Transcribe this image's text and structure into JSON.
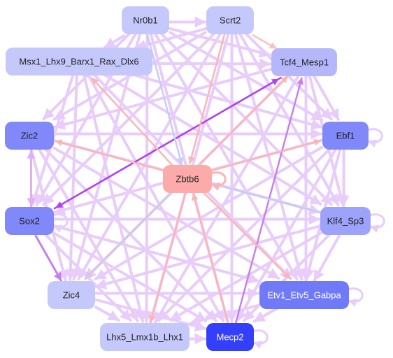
{
  "nodes": [
    {
      "id": "nr0b1",
      "label": "Nr0b1",
      "fill": "#c5c8fb",
      "text": "#222222"
    },
    {
      "id": "scrt2",
      "label": "Scrt2",
      "fill": "#c5c8fb",
      "text": "#222222"
    },
    {
      "id": "msx1",
      "label": "Msx1_Lhx9_Barx1_Rax_Dlx6",
      "fill": "#c5c8fb",
      "text": "#222222"
    },
    {
      "id": "tcf4",
      "label": "Tcf4_Mesp1",
      "fill": "#b4b8fb",
      "text": "#222222"
    },
    {
      "id": "zic2",
      "label": "Zic2",
      "fill": "#8088fa",
      "text": "#222222"
    },
    {
      "id": "ebf1",
      "label": "Ebf1",
      "fill": "#8088fa",
      "text": "#222222"
    },
    {
      "id": "zbtb6",
      "label": "Zbtb6",
      "fill": "#fdaaaa",
      "text": "#222222"
    },
    {
      "id": "sox2",
      "label": "Sox2",
      "fill": "#8088fa",
      "text": "#222222"
    },
    {
      "id": "klf4",
      "label": "Klf4_Sp3",
      "fill": "#9da3fb",
      "text": "#222222"
    },
    {
      "id": "zic4",
      "label": "Zic4",
      "fill": "#c5c8fb",
      "text": "#222222"
    },
    {
      "id": "etv1",
      "label": "Etv1_Etv5_Gabpa",
      "fill": "#7079f7",
      "text": "#ffffff"
    },
    {
      "id": "lhx5",
      "label": "Lhx5_Lmx1b_Lhx1",
      "fill": "#c5c8fb",
      "text": "#222222"
    },
    {
      "id": "mecp2",
      "label": "Mecp2",
      "fill": "#333ffa",
      "text": "#ffffff"
    }
  ],
  "edges": [
    {
      "from": "tcf4",
      "to": "sox2",
      "color": "#b044f2",
      "width": 2.5
    },
    {
      "from": "sox2",
      "to": "tcf4",
      "color": "#b044f2",
      "width": 2.5
    },
    {
      "from": "mecp2",
      "to": "tcf4",
      "color": "#c77ff2",
      "width": 2.5
    },
    {
      "from": "zbtb6",
      "to": "tcf4",
      "color": "#fdb4b4",
      "width": 2.5
    },
    {
      "from": "zbtb6",
      "to": "msx1",
      "color": "#fdb4b4",
      "width": 2.5
    },
    {
      "from": "zbtb6",
      "to": "zic2",
      "color": "#fdb4b4",
      "width": 2.5
    },
    {
      "from": "zbtb6",
      "to": "ebf1",
      "color": "#fdb4b4",
      "width": 2.5
    },
    {
      "from": "zbtb6",
      "to": "etv1",
      "color": "#fdb4b4",
      "width": 2.5
    },
    {
      "from": "zbtb6",
      "to": "lhx5",
      "color": "#fdb4b4",
      "width": 2.5
    },
    {
      "from": "zbtb6",
      "to": "zic4",
      "color": "#fdb4b4",
      "width": 2.5
    },
    {
      "from": "scrt2",
      "to": "zbtb6",
      "color": "#fdb4b4",
      "width": 2.5
    },
    {
      "from": "mecp2",
      "to": "zbtb6",
      "color": "#fdb4b4",
      "width": 2.5
    },
    {
      "from": "nr0b1",
      "to": "zbtb6",
      "color": "#c5cdf6",
      "width": 2.5
    },
    {
      "from": "klf4",
      "to": "zbtb6",
      "color": "#c5cdf6",
      "width": 2.5
    },
    {
      "from": "zbtb6",
      "to": "zic4",
      "color": "#c5cdf6",
      "width": 2
    },
    {
      "from": "scrt2",
      "to": "tcf4",
      "color": "#fdc0c0",
      "width": 2.5
    },
    {
      "from": "sox2",
      "to": "zic4",
      "color": "#c77ff2",
      "width": 3
    },
    {
      "from": "zic2",
      "to": "sox2",
      "color": "#e0b0f7",
      "width": 3
    },
    {
      "from": "sox2",
      "to": "zic2",
      "color": "#e0b0f7",
      "width": 3
    },
    {
      "from": "nr0b1",
      "to": "msx1",
      "color": "#e8ccf9",
      "width": 4
    },
    {
      "from": "nr0b1",
      "to": "scrt2",
      "color": "#e8ccf9",
      "width": 4
    },
    {
      "from": "nr0b1",
      "to": "tcf4",
      "color": "#e8ccf9",
      "width": 4
    },
    {
      "from": "nr0b1",
      "to": "zic2",
      "color": "#e8ccf9",
      "width": 4
    },
    {
      "from": "nr0b1",
      "to": "ebf1",
      "color": "#e8ccf9",
      "width": 4
    },
    {
      "from": "nr0b1",
      "to": "sox2",
      "color": "#e8ccf9",
      "width": 4
    },
    {
      "from": "nr0b1",
      "to": "klf4",
      "color": "#e8ccf9",
      "width": 4
    },
    {
      "from": "nr0b1",
      "to": "zic4",
      "color": "#e8ccf9",
      "width": 4
    },
    {
      "from": "nr0b1",
      "to": "etv1",
      "color": "#e8ccf9",
      "width": 4
    },
    {
      "from": "nr0b1",
      "to": "lhx5",
      "color": "#e8ccf9",
      "width": 4
    },
    {
      "from": "nr0b1",
      "to": "mecp2",
      "color": "#e8ccf9",
      "width": 4
    },
    {
      "from": "scrt2",
      "to": "msx1",
      "color": "#e8ccf9",
      "width": 4
    },
    {
      "from": "scrt2",
      "to": "zic2",
      "color": "#e8ccf9",
      "width": 4
    },
    {
      "from": "scrt2",
      "to": "ebf1",
      "color": "#e8ccf9",
      "width": 4
    },
    {
      "from": "scrt2",
      "to": "sox2",
      "color": "#e8ccf9",
      "width": 4
    },
    {
      "from": "scrt2",
      "to": "klf4",
      "color": "#e8ccf9",
      "width": 4
    },
    {
      "from": "scrt2",
      "to": "zic4",
      "color": "#e8ccf9",
      "width": 4
    },
    {
      "from": "scrt2",
      "to": "etv1",
      "color": "#e8ccf9",
      "width": 4
    },
    {
      "from": "scrt2",
      "to": "lhx5",
      "color": "#e8ccf9",
      "width": 4
    },
    {
      "from": "scrt2",
      "to": "mecp2",
      "color": "#e8ccf9",
      "width": 4
    },
    {
      "from": "msx1",
      "to": "tcf4",
      "color": "#e8ccf9",
      "width": 4
    },
    {
      "from": "msx1",
      "to": "ebf1",
      "color": "#e8ccf9",
      "width": 4
    },
    {
      "from": "msx1",
      "to": "klf4",
      "color": "#e8ccf9",
      "width": 4
    },
    {
      "from": "msx1",
      "to": "sox2",
      "color": "#e8ccf9",
      "width": 4
    },
    {
      "from": "msx1",
      "to": "zic4",
      "color": "#e8ccf9",
      "width": 4
    },
    {
      "from": "msx1",
      "to": "etv1",
      "color": "#e8ccf9",
      "width": 4
    },
    {
      "from": "msx1",
      "to": "lhx5",
      "color": "#e8ccf9",
      "width": 4
    },
    {
      "from": "msx1",
      "to": "mecp2",
      "color": "#e8ccf9",
      "width": 4
    },
    {
      "from": "tcf4",
      "to": "zic2",
      "color": "#e8ccf9",
      "width": 4
    },
    {
      "from": "tcf4",
      "to": "ebf1",
      "color": "#e8ccf9",
      "width": 4
    },
    {
      "from": "tcf4",
      "to": "klf4",
      "color": "#e8ccf9",
      "width": 4
    },
    {
      "from": "tcf4",
      "to": "zic4",
      "color": "#e8ccf9",
      "width": 4
    },
    {
      "from": "tcf4",
      "to": "etv1",
      "color": "#e8ccf9",
      "width": 4
    },
    {
      "from": "tcf4",
      "to": "lhx5",
      "color": "#e8ccf9",
      "width": 4
    },
    {
      "from": "zic2",
      "to": "ebf1",
      "color": "#e8ccf9",
      "width": 4
    },
    {
      "from": "zic2",
      "to": "klf4",
      "color": "#e8ccf9",
      "width": 4
    },
    {
      "from": "zic2",
      "to": "zic4",
      "color": "#e8ccf9",
      "width": 4
    },
    {
      "from": "zic2",
      "to": "etv1",
      "color": "#e8ccf9",
      "width": 4
    },
    {
      "from": "zic2",
      "to": "lhx5",
      "color": "#e8ccf9",
      "width": 4
    },
    {
      "from": "zic2",
      "to": "mecp2",
      "color": "#e8ccf9",
      "width": 4
    },
    {
      "from": "ebf1",
      "to": "sox2",
      "color": "#e8ccf9",
      "width": 4
    },
    {
      "from": "ebf1",
      "to": "klf4",
      "color": "#e8ccf9",
      "width": 4
    },
    {
      "from": "ebf1",
      "to": "zic4",
      "color": "#e8ccf9",
      "width": 4
    },
    {
      "from": "ebf1",
      "to": "etv1",
      "color": "#e8ccf9",
      "width": 4
    },
    {
      "from": "ebf1",
      "to": "lhx5",
      "color": "#e8ccf9",
      "width": 4
    },
    {
      "from": "ebf1",
      "to": "mecp2",
      "color": "#e8ccf9",
      "width": 4
    },
    {
      "from": "sox2",
      "to": "klf4",
      "color": "#e8ccf9",
      "width": 4
    },
    {
      "from": "sox2",
      "to": "etv1",
      "color": "#e8ccf9",
      "width": 4
    },
    {
      "from": "sox2",
      "to": "lhx5",
      "color": "#e8ccf9",
      "width": 4
    },
    {
      "from": "sox2",
      "to": "mecp2",
      "color": "#e8ccf9",
      "width": 4
    },
    {
      "from": "klf4",
      "to": "zic4",
      "color": "#e8ccf9",
      "width": 4
    },
    {
      "from": "klf4",
      "to": "etv1",
      "color": "#e8ccf9",
      "width": 4
    },
    {
      "from": "klf4",
      "to": "lhx5",
      "color": "#e8ccf9",
      "width": 4
    },
    {
      "from": "klf4",
      "to": "mecp2",
      "color": "#e8ccf9",
      "width": 4
    },
    {
      "from": "zic4",
      "to": "etv1",
      "color": "#e8ccf9",
      "width": 4
    },
    {
      "from": "zic4",
      "to": "lhx5",
      "color": "#e8ccf9",
      "width": 4
    },
    {
      "from": "zic4",
      "to": "mecp2",
      "color": "#e8ccf9",
      "width": 4
    },
    {
      "from": "etv1",
      "to": "lhx5",
      "color": "#e8ccf9",
      "width": 4
    },
    {
      "from": "etv1",
      "to": "mecp2",
      "color": "#e8ccf9",
      "width": 4
    },
    {
      "from": "lhx5",
      "to": "mecp2",
      "color": "#e8ccf9",
      "width": 4
    }
  ],
  "self_loops": [
    "ebf1",
    "sox2",
    "klf4",
    "etv1",
    "mecp2",
    "zbtb6"
  ]
}
